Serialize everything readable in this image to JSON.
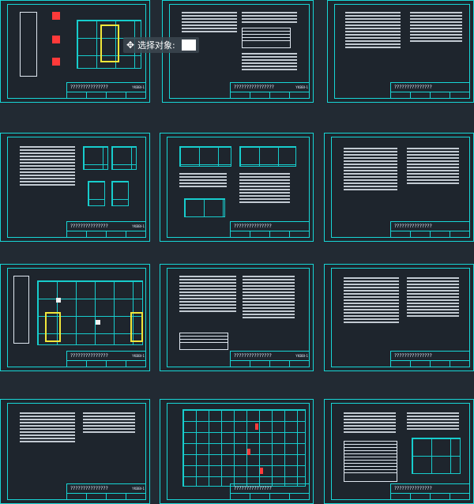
{
  "toolbar": {
    "label": "选择对象:",
    "icon": "move-cursor-icon"
  },
  "sheets": [
    {
      "title": "???????????????",
      "code": "YKBBI-1"
    },
    {
      "title": "????????????????",
      "code": "YKBBI-1"
    },
    {
      "title": "???????????????",
      "code": ""
    },
    {
      "title": "???????????????",
      "code": "YKBBI-1"
    },
    {
      "title": "???????????????",
      "code": ""
    },
    {
      "title": "???????????????",
      "code": ""
    },
    {
      "title": "???????????????",
      "code": "YKBBI-1"
    },
    {
      "title": "???????????????",
      "code": "YKBBI-1"
    },
    {
      "title": "???????????????",
      "code": ""
    },
    {
      "title": "???????????????",
      "code": "YKBBI-1"
    },
    {
      "title": "???????????????",
      "code": ""
    },
    {
      "title": "???????????????",
      "code": ""
    }
  ],
  "colors": {
    "background": "#222a33",
    "frame": "#17d6d6",
    "text": "#dfe7f0",
    "accent_red": "#ff3a3a",
    "accent_yellow": "#f0e63a"
  }
}
